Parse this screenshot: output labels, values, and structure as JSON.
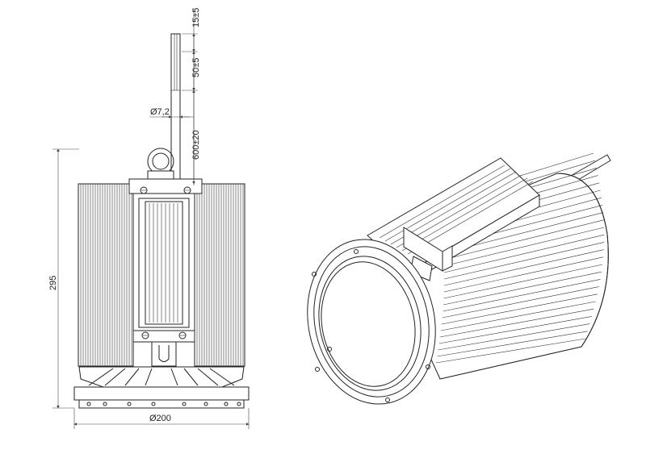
{
  "drawing": {
    "title": "",
    "dimensions": {
      "cable_tip": "15±5",
      "cable_strip": "50±5",
      "cable_diameter": "Ø7,2",
      "cable_length": "600±20",
      "height": "295",
      "diameter": "Ø200"
    }
  },
  "colors": {
    "line": "#222222",
    "background": "#ffffff"
  }
}
